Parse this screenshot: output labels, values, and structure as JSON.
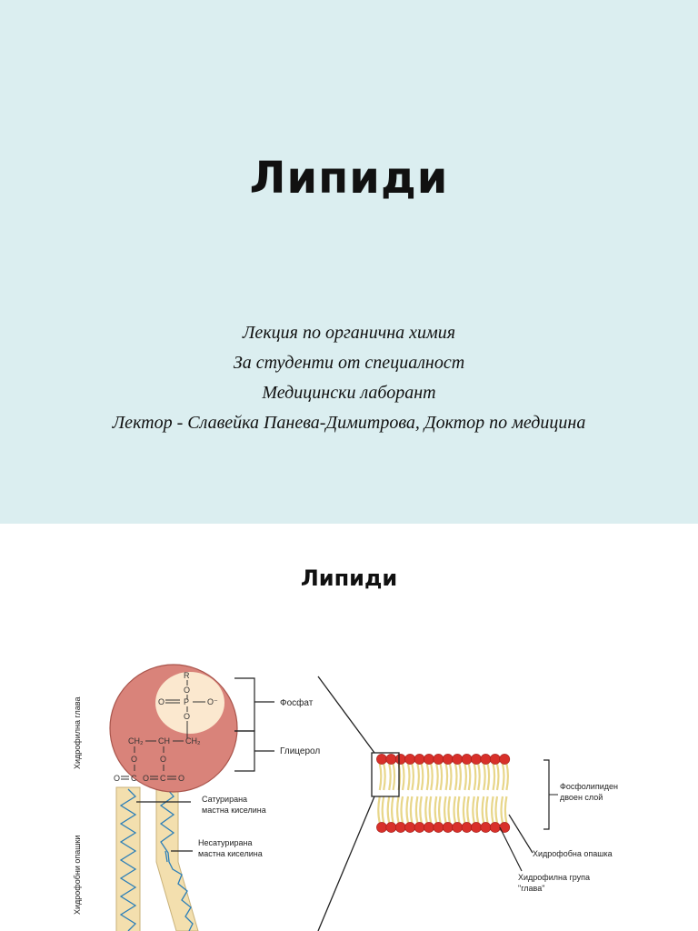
{
  "slide1": {
    "title": "Липиди",
    "subtitle_lines": [
      "Лекция по органична химия",
      "За студенти от специалност",
      "Медицински лаборант",
      "Лектор - Славейка Панева-Димитрова, Доктор по медицина"
    ]
  },
  "slide2": {
    "title": "Липиди",
    "diagram": {
      "side_labels": {
        "head": "Хидрофилна глава",
        "tails": "Хидрофобни опашки"
      },
      "molecule": {
        "r": "R",
        "o": "O",
        "p": "P",
        "o_minus": "O⁻",
        "ch2": "CH₂",
        "ch": "CH",
        "c": "C"
      },
      "labels": {
        "phosphate": "Фосфат",
        "glycerol": "Глицерол",
        "saturated_line1": "Сатурирана",
        "saturated_line2": "мастна киселина",
        "unsaturated_line1": "Несатурирана",
        "unsaturated_line2": "мастна киселина",
        "bilayer_line1": "Фосфолипиден",
        "bilayer_line2": "двоен слой",
        "hydrophobic_tail": "Хидрофобна опашка",
        "hydrophilic_line1": "Хидрофилна група",
        "hydrophilic_line2": "\"глава\""
      },
      "colors": {
        "head": "#d9837a",
        "phosphate_zone": "#fbe8cf",
        "tail": "#f3dfae",
        "zigzag": "#2c7fb8",
        "bead": "#d8302a"
      }
    }
  }
}
